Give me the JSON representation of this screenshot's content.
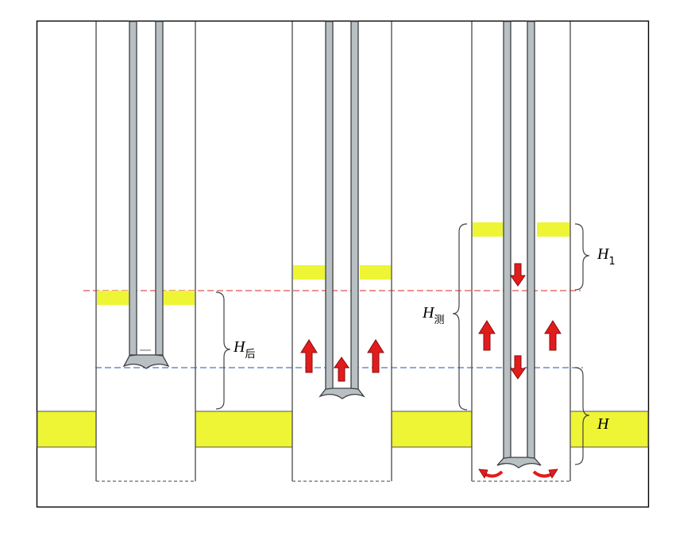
{
  "labels": {
    "h_after": {
      "main": "H",
      "sub": "后"
    },
    "h_measured": {
      "main": "H",
      "sub": "测"
    },
    "h1": {
      "main": "H",
      "sub": "1"
    },
    "h": {
      "main": "H"
    }
  },
  "colors": {
    "frame": "#000000",
    "wall": "#555555",
    "seal_band": "#eef534",
    "pipe_fill": "#b9c0c4",
    "pipe_edge": "#3b3f42",
    "red_line": "#e05050",
    "blue_line": "#4f6fd0",
    "arrow": "#e11c1c",
    "arrow_edge": "#8a0d0d"
  }
}
